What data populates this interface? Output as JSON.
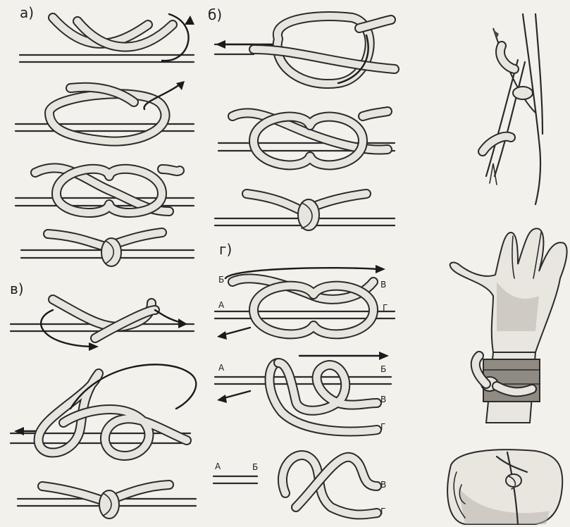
{
  "labels": {
    "panel_a": "а)",
    "panel_b": "б)",
    "panel_v": "в)",
    "panel_g": "г)"
  },
  "g_endpoints_top": {
    "left_upper": "Б",
    "left_lower": "А",
    "right_upper": "В",
    "right_lower": "Г"
  },
  "g_endpoints_mid": {
    "left": "А",
    "right_top": "Б",
    "right_mid": "В",
    "right_bottom": "Г"
  },
  "g_endpoints_bottom": {
    "left_a": "А",
    "left_b": "Б",
    "right_mid": "В",
    "right_bottom": "Г"
  },
  "icons": {
    "a": "reef-knot-steps",
    "b": "sheet-bend-steps",
    "v": "loop-knot-steps",
    "g": "labeled-ends-knot-steps",
    "right_top": "rope-on-pole",
    "right_mid": "hand-with-wrist-knot",
    "right_bottom": "bundle-tied"
  }
}
